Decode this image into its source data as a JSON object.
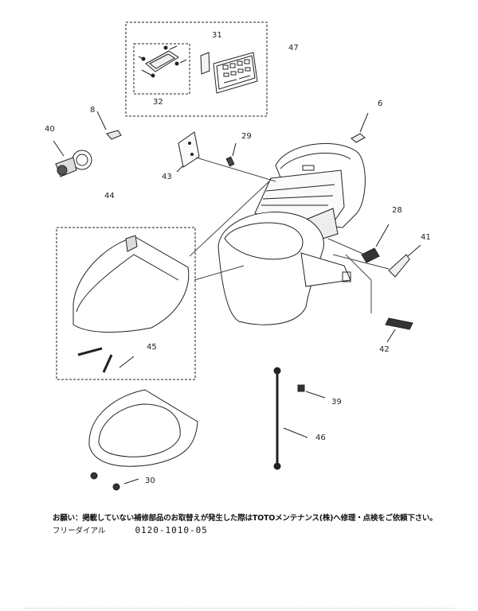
{
  "callouts": {
    "p6": "6",
    "p8": "8",
    "p28": "28",
    "p29": "29",
    "p30": "30",
    "p31": "31",
    "p32": "32",
    "p39": "39",
    "p40": "40",
    "p41": "41",
    "p42": "42",
    "p43": "43",
    "p44": "44",
    "p45": "45",
    "p46": "46",
    "p47": "47"
  },
  "footer": {
    "request_note": "お願い：掲載していない補修部品のお取替えが発生した際はTOTOメンテナンス(株)へ修理・点検をご依頼下さい。",
    "dial_label": "フリーダイアル",
    "dial_number": "0120-1010-05"
  }
}
